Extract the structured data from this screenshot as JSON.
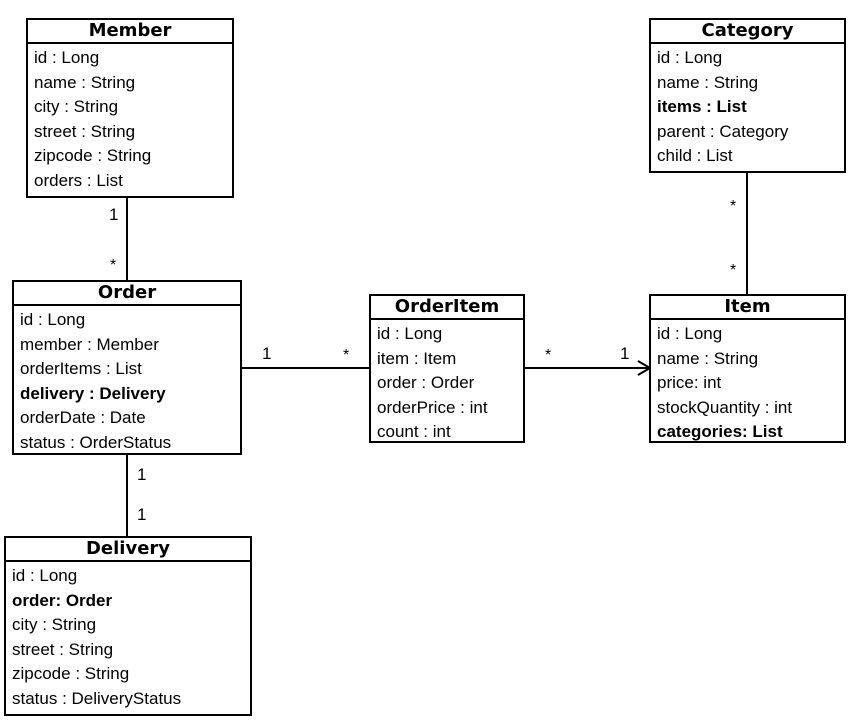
{
  "classes": {
    "member": {
      "title": "Member",
      "attrs": [
        {
          "text": "id : Long",
          "bold": false
        },
        {
          "text": "name : String",
          "bold": false
        },
        {
          "text": "city : String",
          "bold": false
        },
        {
          "text": "street : String",
          "bold": false
        },
        {
          "text": "zipcode : String",
          "bold": false
        },
        {
          "text": "orders : List",
          "bold": false
        }
      ]
    },
    "order": {
      "title": "Order",
      "attrs": [
        {
          "text": "id : Long",
          "bold": false
        },
        {
          "text": "member : Member",
          "bold": false
        },
        {
          "text": "orderItems : List",
          "bold": false
        },
        {
          "text": "delivery : Delivery",
          "bold": true
        },
        {
          "text": "orderDate : Date",
          "bold": false
        },
        {
          "text": "status : OrderStatus",
          "bold": false
        }
      ]
    },
    "delivery": {
      "title": "Delivery",
      "attrs": [
        {
          "text": "id : Long",
          "bold": false
        },
        {
          "text": "order: Order",
          "bold": true
        },
        {
          "text": "city : String",
          "bold": false
        },
        {
          "text": "street : String",
          "bold": false
        },
        {
          "text": "zipcode : String",
          "bold": false
        },
        {
          "text": "status : DeliveryStatus",
          "bold": false
        }
      ]
    },
    "orderitem": {
      "title": "OrderItem",
      "attrs": [
        {
          "text": "id : Long",
          "bold": false
        },
        {
          "text": "item : Item",
          "bold": false
        },
        {
          "text": "order : Order",
          "bold": false
        },
        {
          "text": "orderPrice : int",
          "bold": false
        },
        {
          "text": "count : int",
          "bold": false
        }
      ]
    },
    "item": {
      "title": "Item",
      "attrs": [
        {
          "text": "id : Long",
          "bold": false
        },
        {
          "text": "name : String",
          "bold": false
        },
        {
          "text": "price: int",
          "bold": false
        },
        {
          "text": "stockQuantity : int",
          "bold": false
        },
        {
          "text": "categories: List",
          "bold": true
        }
      ]
    },
    "category": {
      "title": "Category",
      "attrs": [
        {
          "text": "id : Long",
          "bold": false
        },
        {
          "text": "name : String",
          "bold": false
        },
        {
          "text": "items : List",
          "bold": true
        },
        {
          "text": "parent : Category",
          "bold": false
        },
        {
          "text": "child : List",
          "bold": false
        }
      ]
    }
  },
  "multiplicities": {
    "member_order_member_end": "1",
    "member_order_order_end": "*",
    "order_delivery_order_end": "1",
    "order_delivery_delivery_end": "1",
    "order_orderitem_order_end": "1",
    "order_orderitem_orderitem_end": "*",
    "orderitem_item_orderitem_end": "*",
    "orderitem_item_item_end": "1",
    "category_item_category_end": "*",
    "category_item_item_end": "*"
  }
}
